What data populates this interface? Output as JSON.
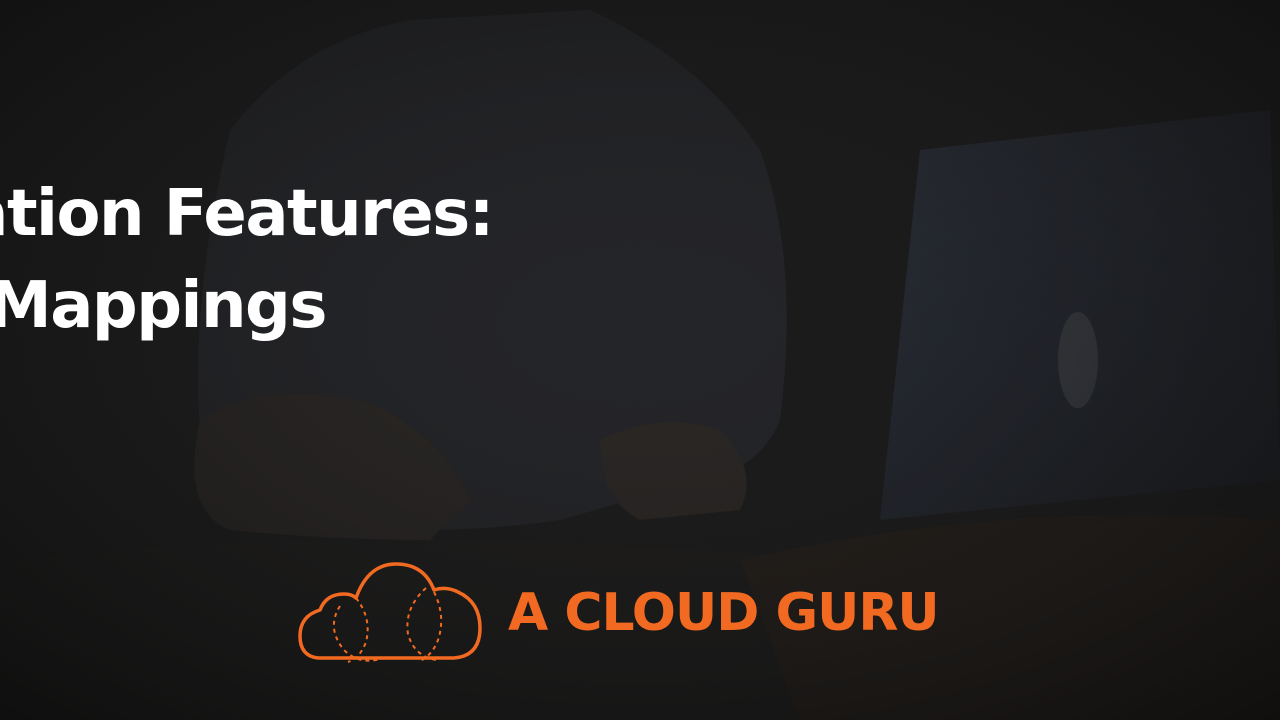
{
  "slide": {
    "title_line_1": "rmation Features:",
    "title_line_2": "Mappings"
  },
  "brand": {
    "name": "A CLOUD GURU",
    "accent_color": "#f26a21",
    "logo_icon": "cloud-icon"
  },
  "colors": {
    "background": "#141414",
    "title_text": "#ffffff"
  }
}
